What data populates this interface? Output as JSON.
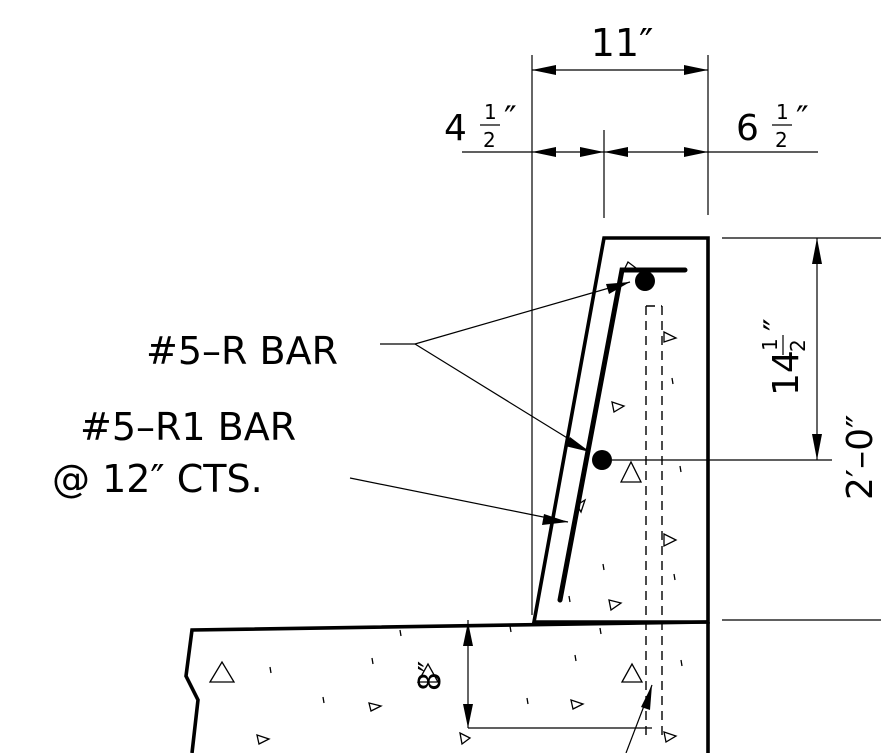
{
  "dimensions": {
    "overall_width": "11″",
    "left_part_whole": "4",
    "left_part_frac_num": "1",
    "left_part_frac_den": "2",
    "left_part_mark": "″",
    "right_part_whole": "6",
    "right_part_frac_num": "1",
    "right_part_frac_den": "2",
    "right_part_mark": "″",
    "upper_height_whole": "14",
    "upper_height_frac_num": "1",
    "upper_height_frac_den": "2",
    "upper_height_mark": "″",
    "total_height": "2′–0″",
    "slab_depth": "8″"
  },
  "labels": {
    "r_bar": "#5–R BAR",
    "r1_bar_line1": "#5–R1 BAR",
    "r1_bar_line2": "@ 12″ CTS."
  }
}
